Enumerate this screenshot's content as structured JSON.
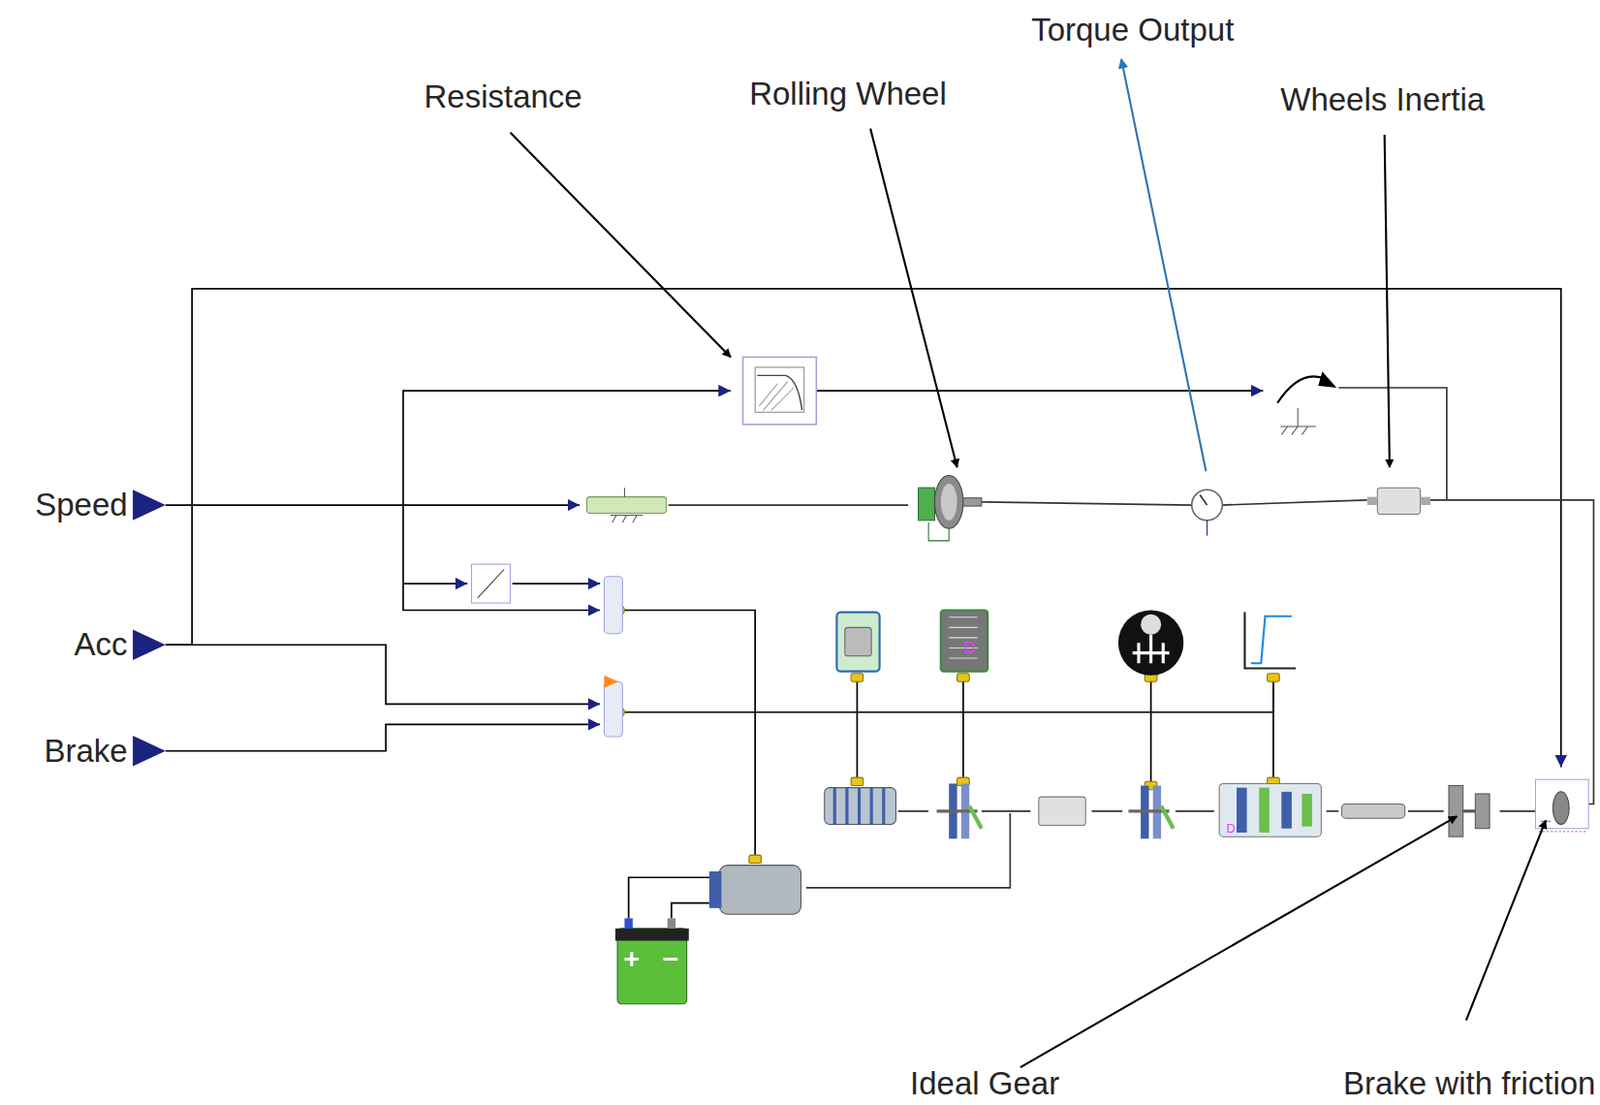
{
  "diagram": {
    "labels": [
      "Torque Output",
      "Resistance",
      "Rolling Wheel",
      "Wheels Inertia",
      "Speed",
      "Acc",
      "Brake",
      "Ideal Gear",
      "Brake with friction"
    ]
  }
}
